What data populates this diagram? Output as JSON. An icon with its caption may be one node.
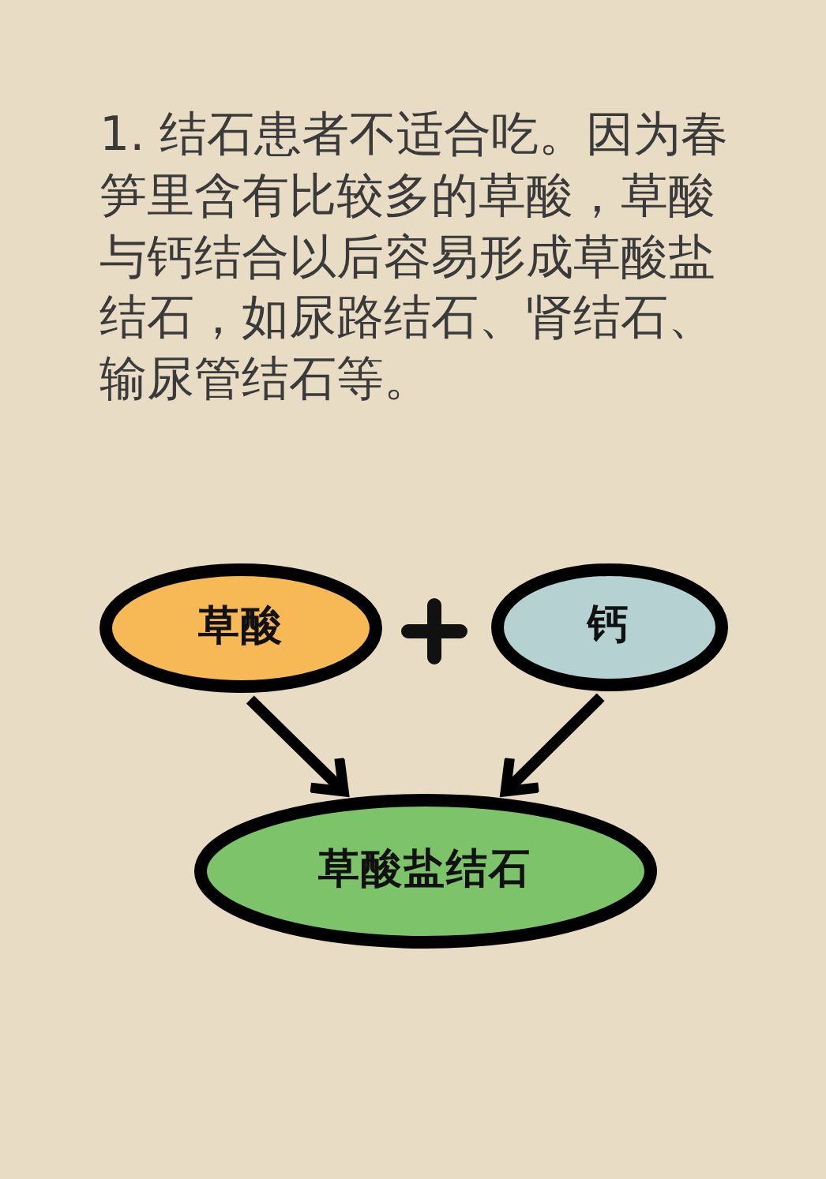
{
  "diagram": {
    "nodes": [
      {
        "text": [
          "草酸"
        ]
      },
      {
        "text": [
          "钙"
        ]
      },
      {
        "text": [
          "草酸盐结石"
        ]
      }
    ],
    "edges": [
      {
        "from": 0,
        "to": 2,
        "arrow": "to"
      },
      {
        "from": 1,
        "to": 2,
        "arrow": "to"
      }
    ],
    "labels": [
      "1. 结石患者不适合吃。因为春笋里含有比较多的草酸，草酸与钙结合以后容易形成草酸盐结石，如尿路结石、肾结石、输尿管结石等。"
    ]
  }
}
